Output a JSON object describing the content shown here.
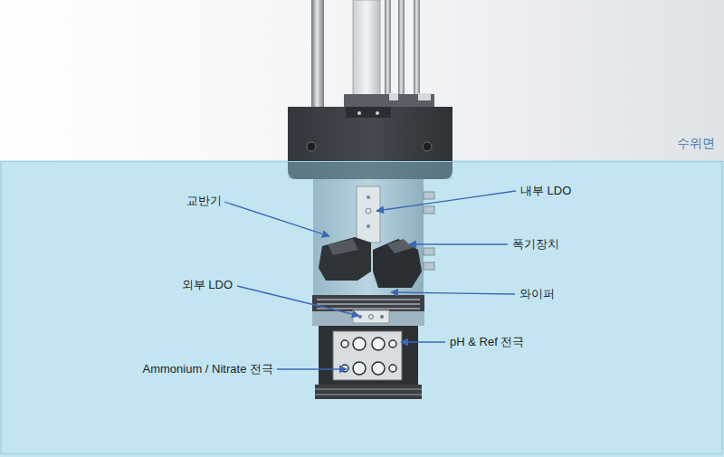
{
  "diagram": {
    "labels": [
      "수위면",
      "교반기",
      "내부 LDO",
      "폭기장치",
      "외부 LDO",
      "와이퍼",
      "pH & Ref 전극",
      "Ammonium / Nitrate 전극"
    ]
  }
}
